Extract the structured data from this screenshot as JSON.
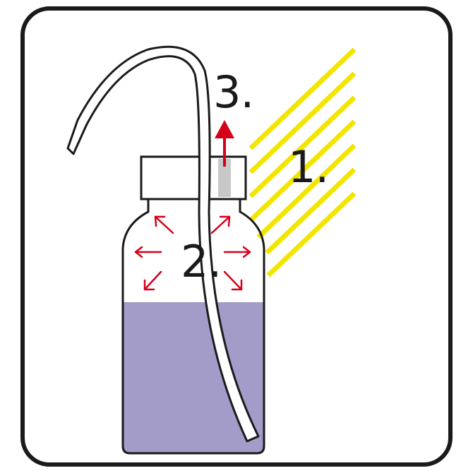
{
  "diagram": {
    "steps": {
      "one": "1.",
      "two": "2.",
      "three": "3."
    },
    "colors": {
      "frame": "#1a1a1a",
      "liquid": "#a39cc8",
      "heat_rays": "#f2e600",
      "pressure_arrows": "#d4001a",
      "vent": "#c8c8c8",
      "outline": "#1a1a1a"
    },
    "icons": {
      "bottle": "wash-bottle-icon",
      "heat": "heat-rays-icon",
      "pressure": "pressure-arrows-icon",
      "vent": "vent-arrow-icon"
    }
  }
}
